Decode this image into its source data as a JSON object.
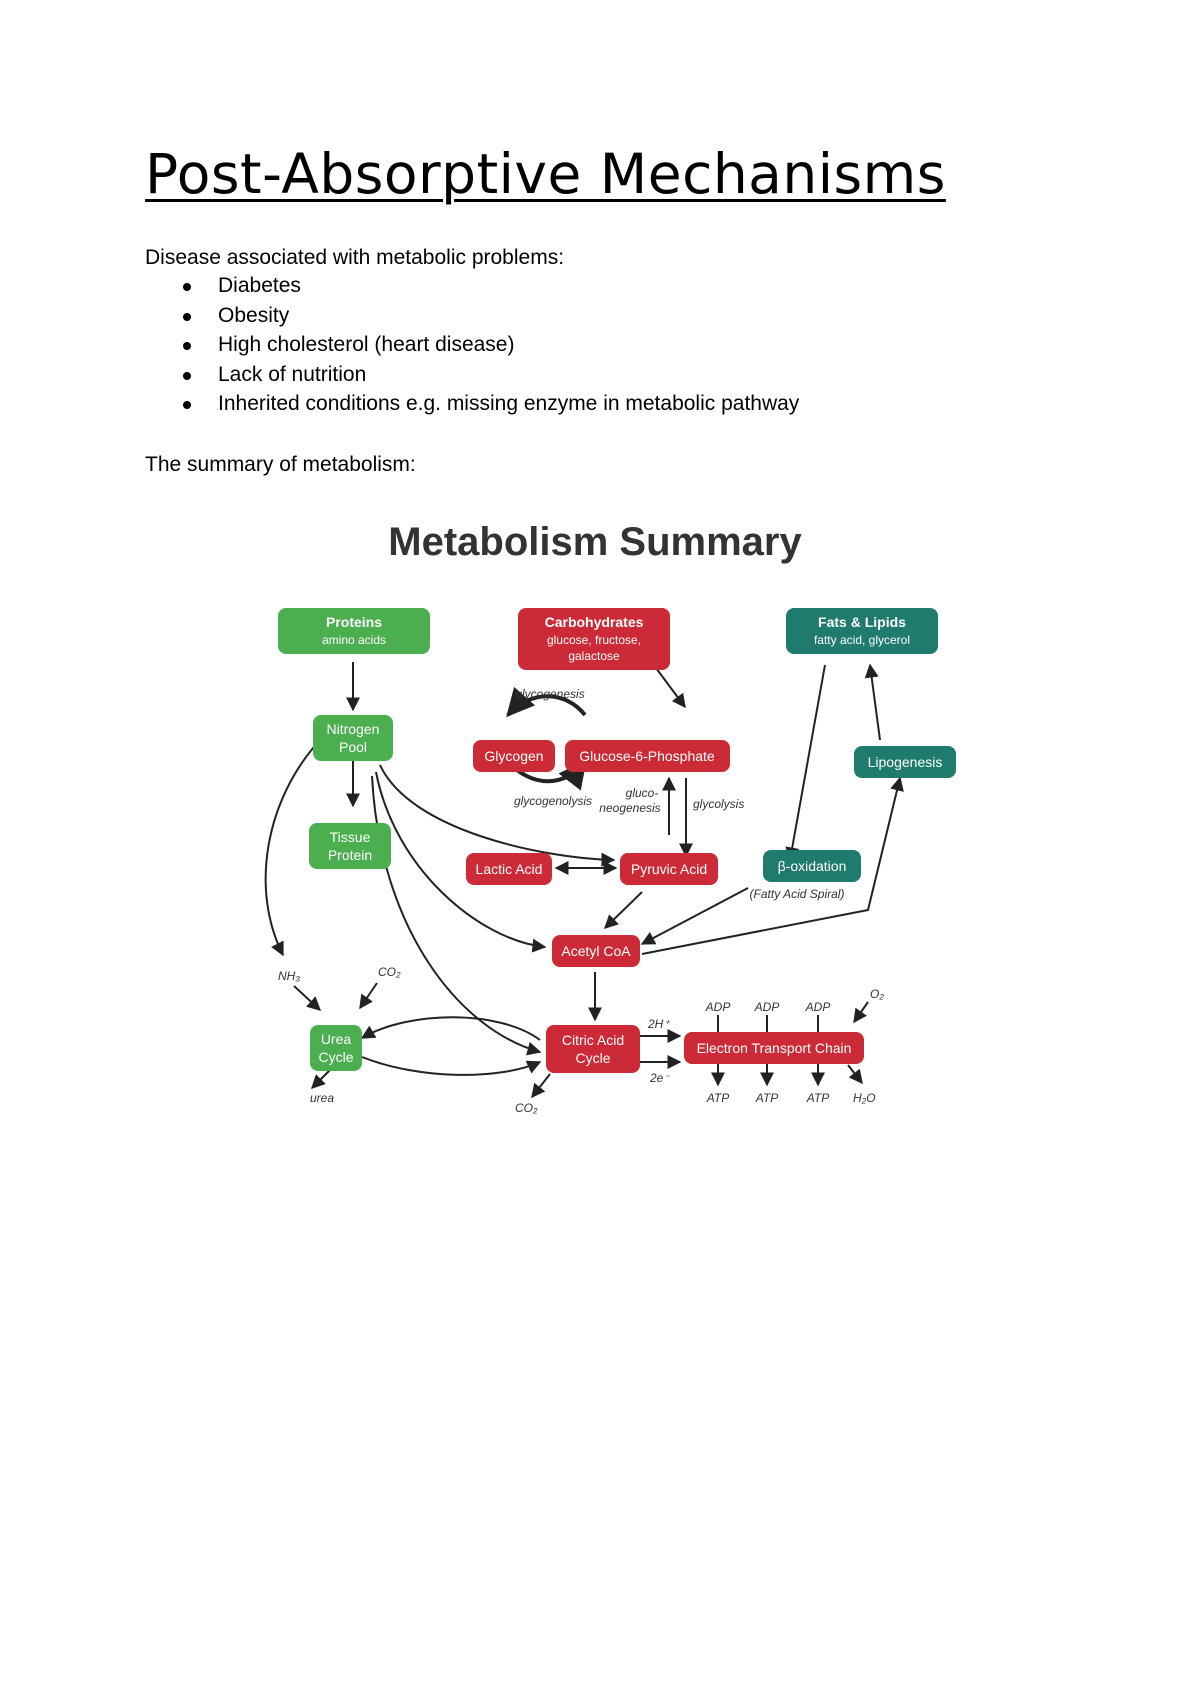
{
  "document": {
    "title": "Post-Absorptive Mechanisms",
    "intro": "Disease associated with metabolic problems:",
    "bullets": [
      "Diabetes",
      "Obesity",
      "High cholesterol (heart disease)",
      "Lack of nutrition",
      "Inherited conditions e.g. missing enzyme in metabolic pathway"
    ],
    "summary_label": "The summary of metabolism:"
  },
  "diagram": {
    "title": "Metabolism Summary",
    "colors": {
      "green": "#4caf4f",
      "red": "#cc2a36",
      "teal": "#1e7b6e",
      "arrow": "#222222"
    },
    "nodes": {
      "proteins": {
        "title": "Proteins",
        "subtitle": "amino acids"
      },
      "carbohydrates": {
        "title": "Carbohydrates",
        "subtitle1": "glucose, fructose,",
        "subtitle2": "galactose"
      },
      "fats": {
        "title": "Fats & Lipids",
        "subtitle": "fatty acid, glycerol"
      },
      "nitrogen_pool": {
        "line1": "Nitrogen",
        "line2": "Pool"
      },
      "glycogen": "Glycogen",
      "g6p": "Glucose-6-Phosphate",
      "lipogenesis": "Lipogenesis",
      "tissue_protein": {
        "line1": "Tissue",
        "line2": "Protein"
      },
      "lactic_acid": "Lactic Acid",
      "pyruvic_acid": "Pyruvic Acid",
      "beta_oxidation": "β-oxidation",
      "acetyl_coa": "Acetyl CoA",
      "urea_cycle": {
        "line1": "Urea",
        "line2": "Cycle"
      },
      "citric_acid": {
        "line1": "Citric Acid",
        "line2": "Cycle"
      },
      "etc": "Electron Transport Chain"
    },
    "labels": {
      "glycogenesis": "glycogenesis",
      "glycogenolysis": "glycogenolysis",
      "gluco1": "gluco-",
      "gluco2": "neogenesis",
      "glycolysis": "glycolysis",
      "fatty_acid_spiral": "(Fatty Acid Spiral)",
      "nh3": "NH₃",
      "co2_top": "CO₂",
      "urea": "urea",
      "co2_bottom": "CO₂",
      "h2": "2H⁺",
      "e2": "2e⁻",
      "adp": [
        "ADP",
        "ADP",
        "ADP"
      ],
      "atp": [
        "ATP",
        "ATP",
        "ATP"
      ],
      "o2": "O₂",
      "h2o": "H₂O"
    }
  }
}
